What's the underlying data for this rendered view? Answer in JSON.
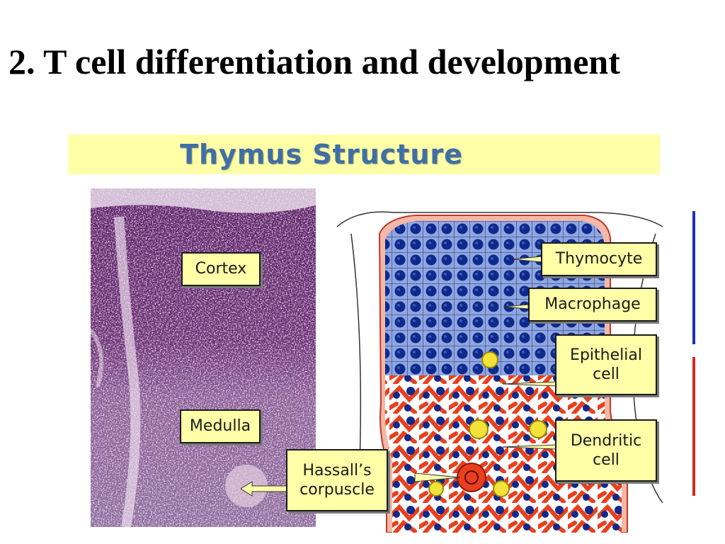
{
  "slide": {
    "title": "2. T cell differentiation and development"
  },
  "figure": {
    "banner_title": "Thymus Structure",
    "labels": {
      "cortex": "Cortex",
      "medulla": "Medulla",
      "hassalls_line1": "Hassall’s",
      "hassalls_line2": "corpuscle",
      "thymocyte": "Thymocyte",
      "macrophage": "Macrophage",
      "epithelial_line1": "Epithelial",
      "epithelial_line2": "cell",
      "dendritic_line1": "Dendritic",
      "dendritic_line2": "cell"
    }
  },
  "colors": {
    "banner_bg": "#ffffa8",
    "banner_text": "#3f6fa6",
    "cortex_bar": "#1f2fbf",
    "medulla_bar": "#d42a1e",
    "thymocyte": "#0d2a8c",
    "epithelial": "#e8401e",
    "macrophage": "#f2e23a",
    "histology_purple": "#6a2d72"
  }
}
